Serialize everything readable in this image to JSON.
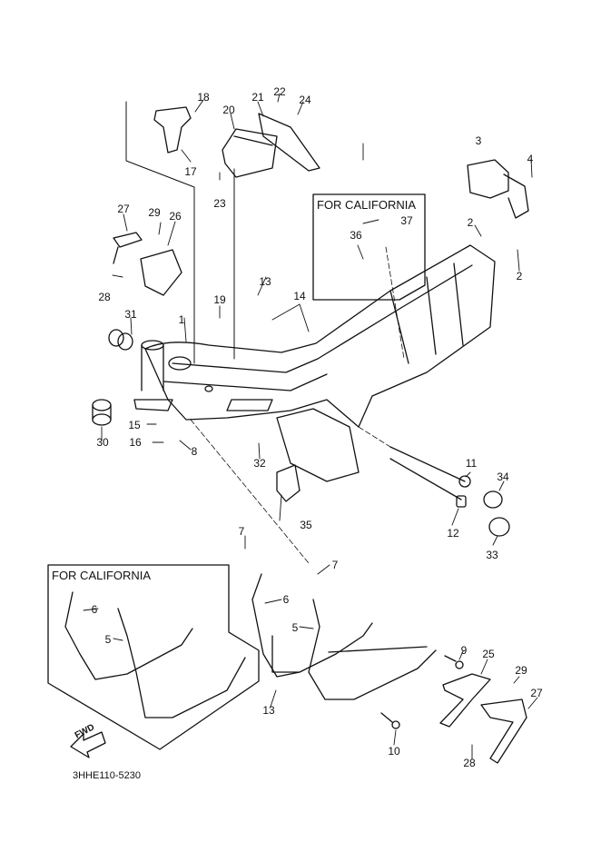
{
  "diagram": {
    "title_code": "3HHE110-5230",
    "fwd_label": "FWD",
    "boxes": [
      {
        "id": "california-box-top",
        "title": "FOR CALIFORNIA"
      },
      {
        "id": "california-box-bottom",
        "title": "FOR CALIFORNIA"
      }
    ],
    "callouts": [
      {
        "n": "1",
        "part": "frame"
      },
      {
        "n": "2",
        "part": "nut-left"
      },
      {
        "n": "2",
        "part": "nut-right"
      },
      {
        "n": "3",
        "part": "rear-bracket"
      },
      {
        "n": "4",
        "part": "bolt"
      },
      {
        "n": "5",
        "part": "downtube-right-cal"
      },
      {
        "n": "5",
        "part": "downtube-right"
      },
      {
        "n": "6",
        "part": "downtube-left-cal"
      },
      {
        "n": "6",
        "part": "downtube-left"
      },
      {
        "n": "7",
        "part": "bolt-left"
      },
      {
        "n": "7",
        "part": "bolt-right"
      },
      {
        "n": "8",
        "part": "nut"
      },
      {
        "n": "9",
        "part": "bolt"
      },
      {
        "n": "10",
        "part": "bolt"
      },
      {
        "n": "11",
        "part": "long-bolt"
      },
      {
        "n": "12",
        "part": "long-bolt-nut"
      },
      {
        "n": "13",
        "part": "nut-upper"
      },
      {
        "n": "13",
        "part": "nut-lower"
      },
      {
        "n": "14",
        "part": "collar"
      },
      {
        "n": "15",
        "part": "stopper"
      },
      {
        "n": "16",
        "part": "bolt"
      },
      {
        "n": "17",
        "part": "bracket-bolt"
      },
      {
        "n": "18",
        "part": "screw"
      },
      {
        "n": "19",
        "part": "grommet"
      },
      {
        "n": "20",
        "part": "cover"
      },
      {
        "n": "21",
        "part": "plate"
      },
      {
        "n": "22",
        "part": "nut"
      },
      {
        "n": "23",
        "part": "grommet"
      },
      {
        "n": "24",
        "part": "damper"
      },
      {
        "n": "25",
        "part": "footrest-bracket"
      },
      {
        "n": "26",
        "part": "footrest-bracket-upper"
      },
      {
        "n": "27",
        "part": "footrest-upper"
      },
      {
        "n": "27",
        "part": "footrest-lower"
      },
      {
        "n": "28",
        "part": "bolt-upper"
      },
      {
        "n": "28",
        "part": "bolt-lower"
      },
      {
        "n": "29",
        "part": "nut-upper"
      },
      {
        "n": "29",
        "part": "nut-lower"
      },
      {
        "n": "30",
        "part": "cap"
      },
      {
        "n": "31",
        "part": "cap"
      },
      {
        "n": "32",
        "part": "grommet"
      },
      {
        "n": "33",
        "part": "cap"
      },
      {
        "n": "34",
        "part": "cap"
      },
      {
        "n": "35",
        "part": "damper"
      },
      {
        "n": "36",
        "part": "bracket"
      },
      {
        "n": "37",
        "part": "bolt"
      }
    ]
  }
}
